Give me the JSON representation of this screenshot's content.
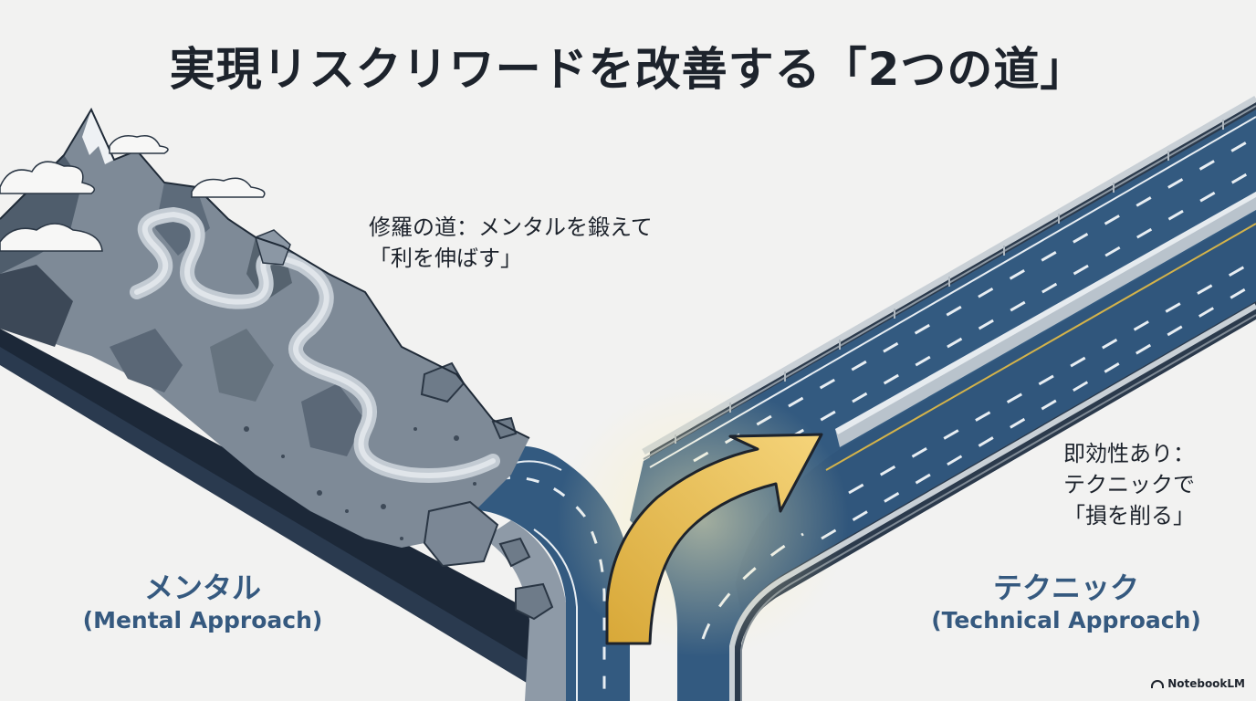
{
  "title": "実現リスクリワードを改善する「2つの道」",
  "left_path": {
    "note_line1": "修羅の道：メンタルを鍛えて",
    "note_line2": "「利を伸ばす」",
    "label": "メンタル",
    "label_en": "(Mental Approach)",
    "terrain": "mountain-trail"
  },
  "right_path": {
    "note_line1": "即効性あり：",
    "note_line2": "テクニックで",
    "note_line3": "「損を削る」",
    "label": "テクニック",
    "label_en": "(Technical Approach)",
    "terrain": "highway"
  },
  "arrow_icon": "curved-arrow-up-right",
  "brand": "NotebookLM",
  "colors": {
    "road": "#335a80",
    "accent_label": "#35597f",
    "arrow": "#e0b23e",
    "rock": "#8a96a5"
  }
}
